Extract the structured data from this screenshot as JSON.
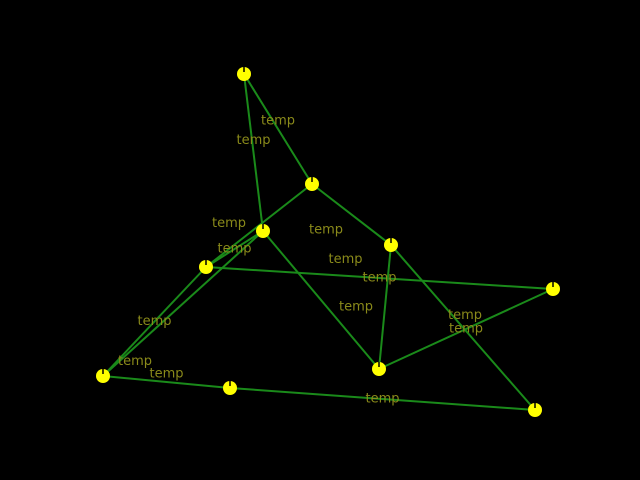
{
  "colors": {
    "background": "#000000",
    "edge": "#1a8a1a",
    "edge_label": "#8a8a1a",
    "node_fill": "#ffff00",
    "node_mark": "#000000"
  },
  "graph": {
    "nodes": [
      {
        "id": "n1"
      },
      {
        "id": "n2"
      },
      {
        "id": "n3"
      },
      {
        "id": "n4"
      },
      {
        "id": "n5"
      },
      {
        "id": "n6"
      },
      {
        "id": "n7"
      },
      {
        "id": "n8"
      },
      {
        "id": "n9"
      },
      {
        "id": "n10"
      }
    ],
    "edges": [
      {
        "from": "n1",
        "to": "n2",
        "label": "temp"
      },
      {
        "from": "n1",
        "to": "n3",
        "label": "temp"
      },
      {
        "from": "n2",
        "to": "n4",
        "label": "temp"
      },
      {
        "from": "n2",
        "to": "n8",
        "label": "temp"
      },
      {
        "from": "n3",
        "to": "n5",
        "label": "temp"
      },
      {
        "from": "n3",
        "to": "n7",
        "label": "temp"
      },
      {
        "from": "n4",
        "to": "n5",
        "label": "temp"
      },
      {
        "from": "n4",
        "to": "n9",
        "label": "temp"
      },
      {
        "from": "n5",
        "to": "n6",
        "label": "temp"
      },
      {
        "from": "n6",
        "to": "n10",
        "label": "temp"
      },
      {
        "from": "n3",
        "to": "n4",
        "label": "temp"
      },
      {
        "from": "n7",
        "to": "n8",
        "label": "temp"
      },
      {
        "from": "n8",
        "to": "n10",
        "label": "temp"
      },
      {
        "from": "n9",
        "to": "n7",
        "label": "temp"
      }
    ]
  }
}
